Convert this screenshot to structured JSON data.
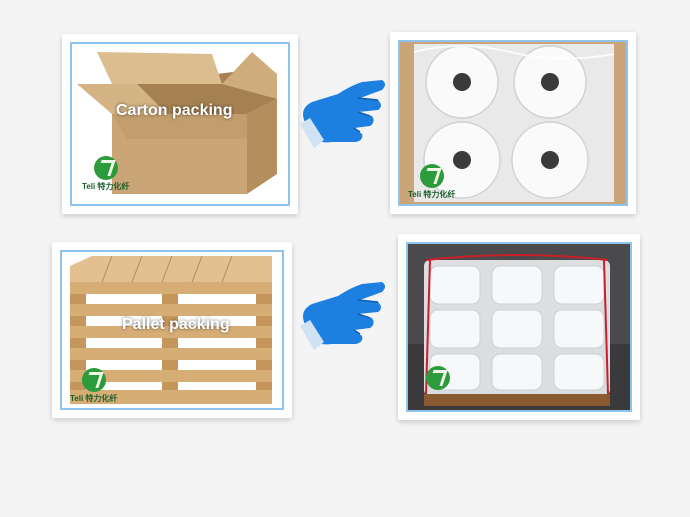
{
  "panels": [
    {
      "caption": "Carton packing",
      "logo_text": "Teli 特力化纤"
    },
    {
      "logo_text": "Teli 特力化纤"
    },
    {
      "caption": "Pallet packing",
      "logo_text": "Teli 特力化纤"
    },
    {
      "logo_text": ""
    }
  ],
  "icons": {
    "pointer": "pointing-hand-icon"
  },
  "colors": {
    "frame": "#8fc3ec",
    "hand": "#1d7fe0",
    "cuff": "#cfe3f4",
    "logo": "#2c9b3c"
  }
}
